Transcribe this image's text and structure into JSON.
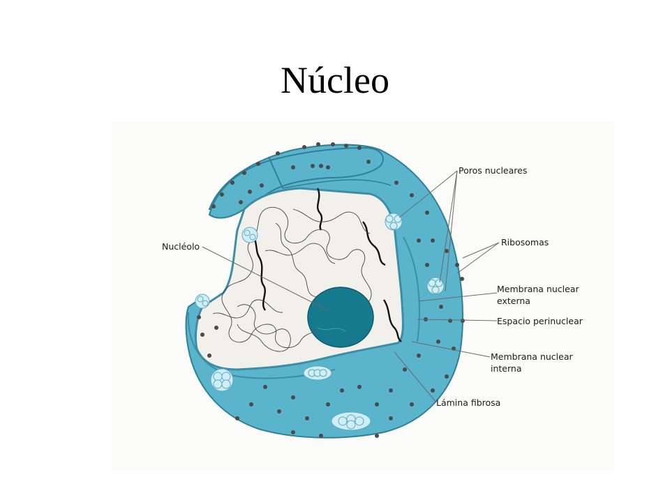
{
  "title": "Núcleo",
  "labels": {
    "poros": "Poros nucleares",
    "ribosomas": "Ribosomas",
    "membrana_externa_1": "Membrana nuclear",
    "membrana_externa_2": "externa",
    "espacio": "Espacio perinuclear",
    "membrana_interna_1": "Membrana nuclear",
    "membrana_interna_2": "interna",
    "lamina": "Lámina fibrosa",
    "nucleolo": "Nucléolo"
  },
  "colors": {
    "membrane": "#5ab4cc",
    "membrane_edge": "#2f7f96",
    "interior": "#f2f0ea",
    "nucleolus": "#157a8e",
    "pore": "#cfeef7",
    "ribosome": "#4a4a4a"
  }
}
